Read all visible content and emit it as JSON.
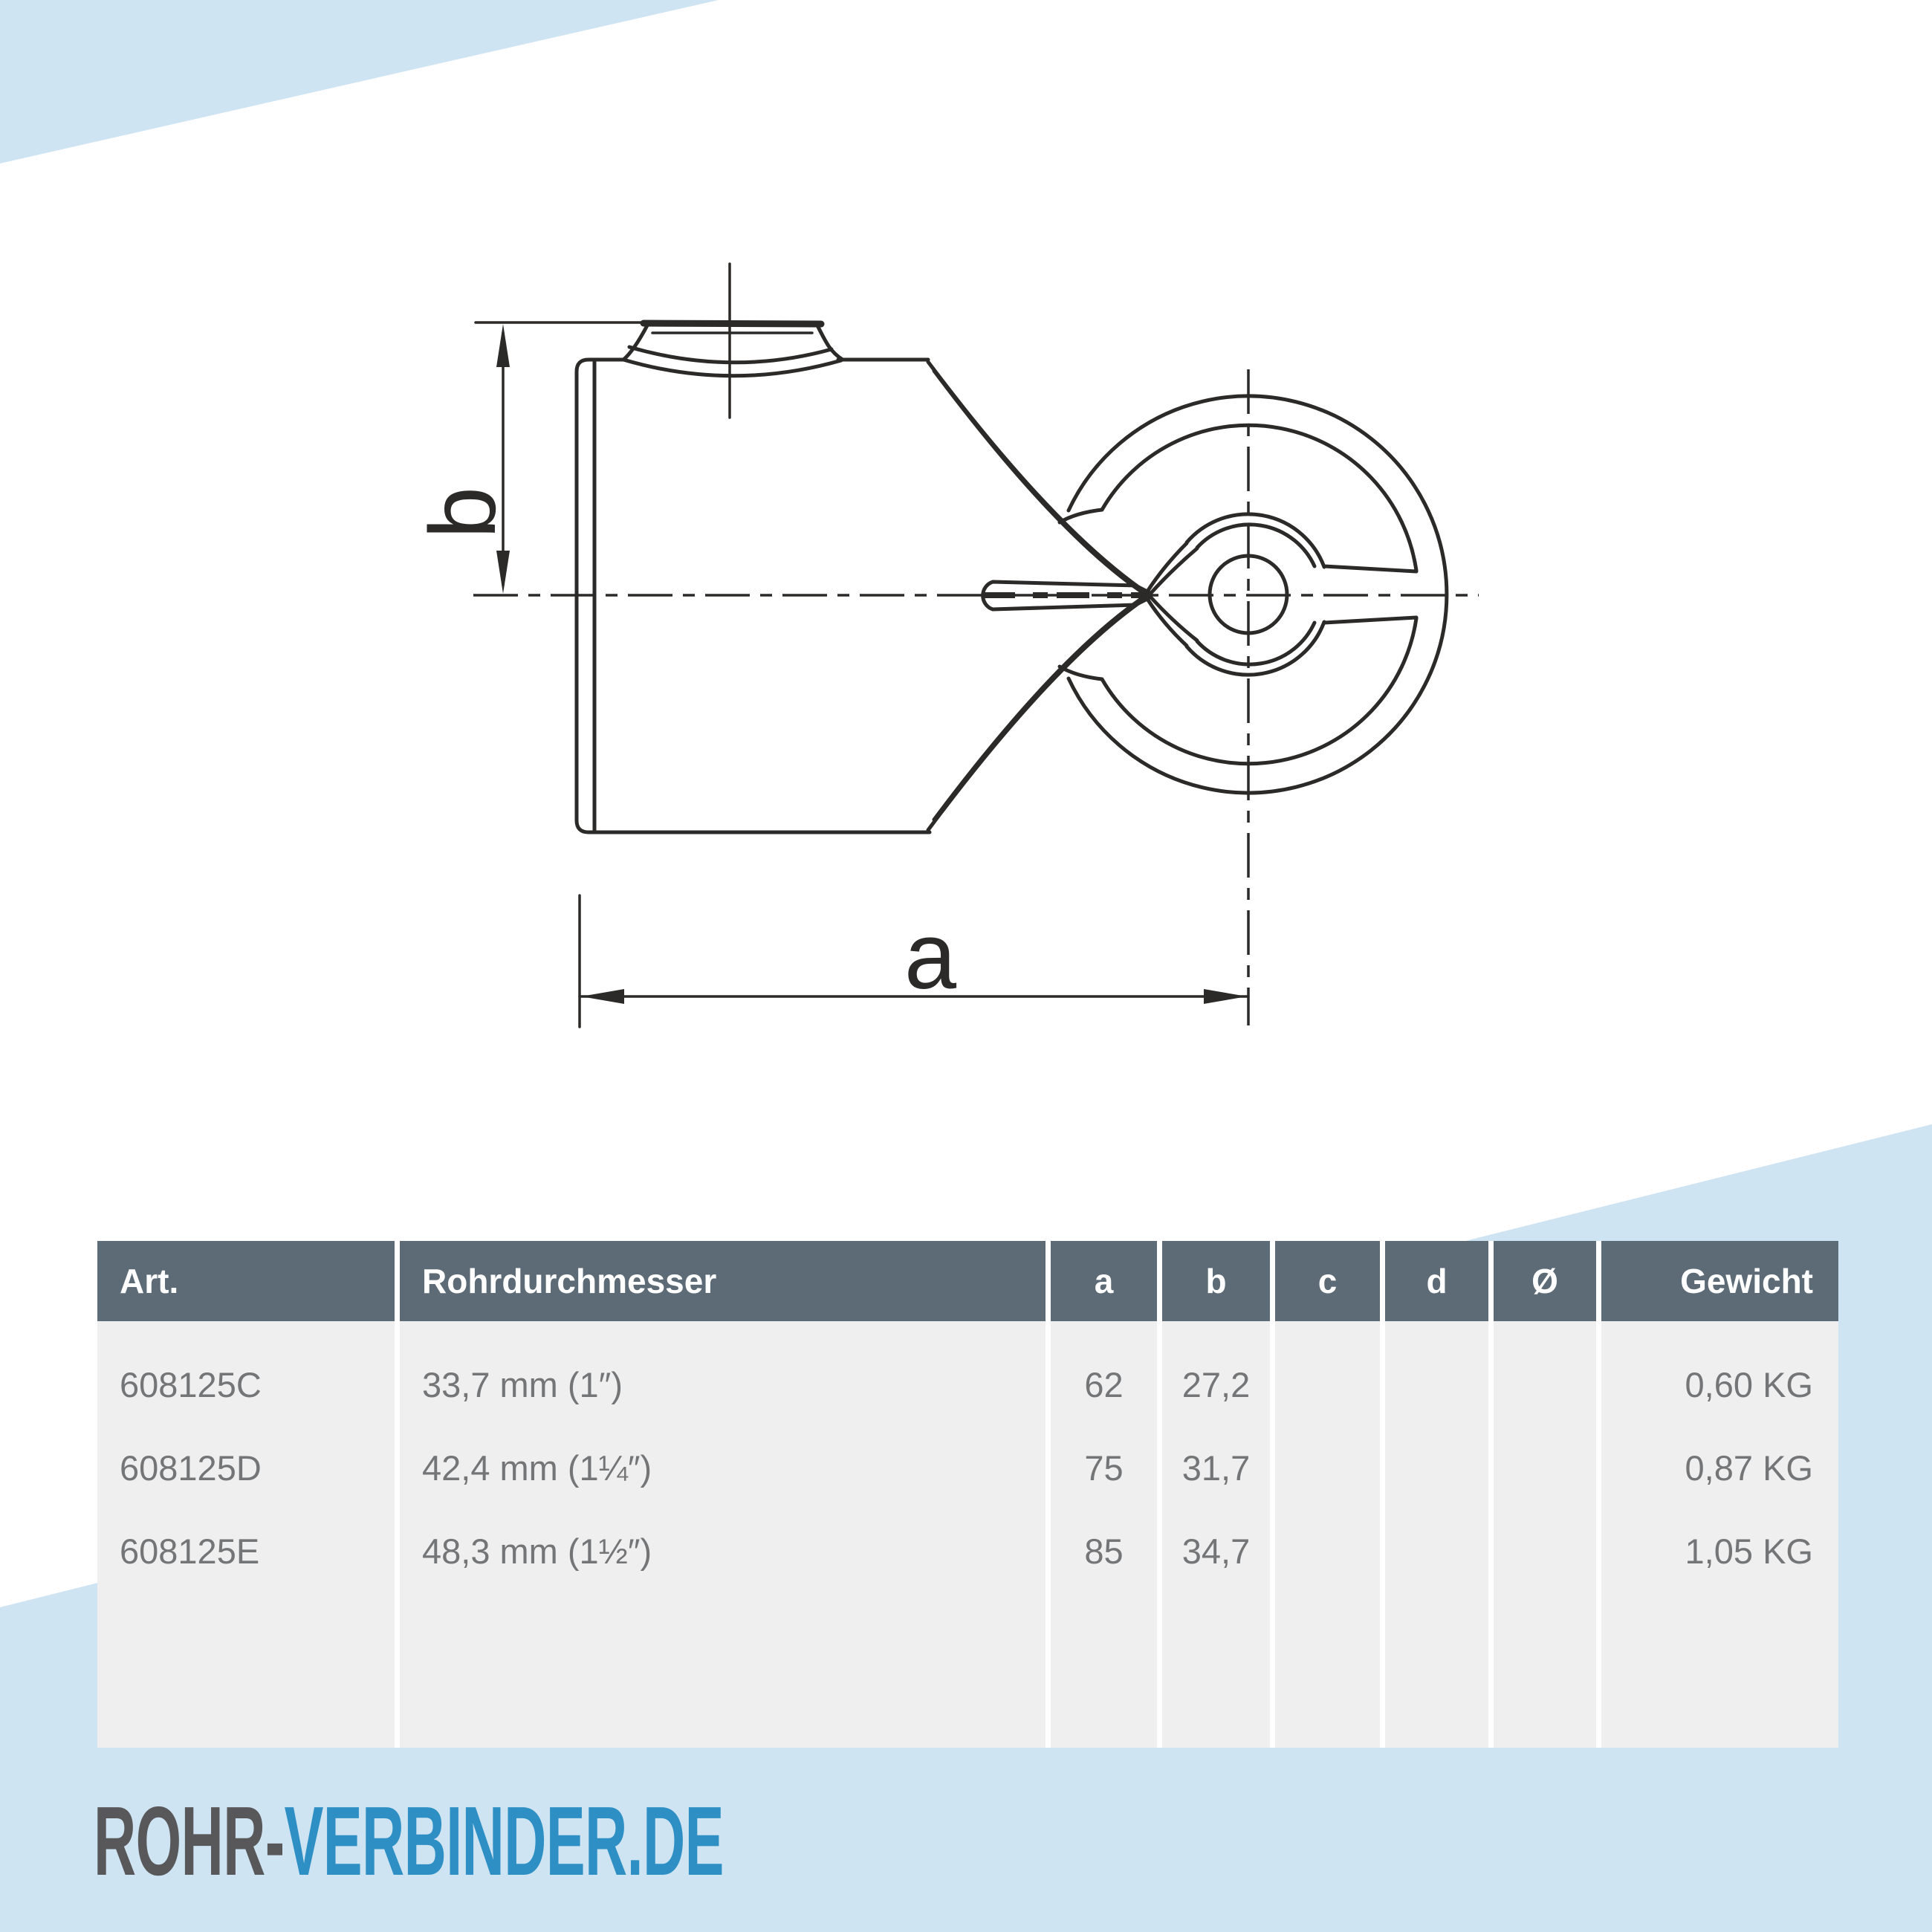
{
  "page": {
    "background_color": "#ffffff",
    "accent_light_blue": "#cfe4f2"
  },
  "drawing": {
    "dim_a_label": "a",
    "dim_b_label": "b",
    "line_color": "#2b2a28"
  },
  "table": {
    "header_bg": "#5d6b76",
    "header_text_color": "#ffffff",
    "body_bg": "#efefef",
    "body_text_color": "#747577",
    "columns": [
      {
        "key": "art",
        "label": "Art."
      },
      {
        "key": "rohrdurchmesser",
        "label": "Rohrdurchmesser"
      },
      {
        "key": "a",
        "label": "a"
      },
      {
        "key": "b",
        "label": "b"
      },
      {
        "key": "c",
        "label": "c"
      },
      {
        "key": "d",
        "label": "d"
      },
      {
        "key": "diameter",
        "label": "Ø"
      },
      {
        "key": "gewicht",
        "label": "Gewicht"
      }
    ],
    "rows": [
      {
        "art": "608125C",
        "rohrdurchmesser": "33,7 mm (1″)",
        "a": "62",
        "b": "27,2",
        "c": "",
        "d": "",
        "diameter": "",
        "gewicht": "0,60 KG"
      },
      {
        "art": "608125D",
        "rohrdurchmesser": "42,4 mm (1¼″)",
        "a": "75",
        "b": "31,7",
        "c": "",
        "d": "",
        "diameter": "",
        "gewicht": "0,87 KG"
      },
      {
        "art": "608125E",
        "rohrdurchmesser": "48,3 mm (1½″)",
        "a": "85",
        "b": "34,7",
        "c": "",
        "d": "",
        "diameter": "",
        "gewicht": "1,05 KG"
      }
    ]
  },
  "logo": {
    "prefix": "ROHR-",
    "suffix": "VERBINDER.DE",
    "prefix_color": "#58585a",
    "suffix_color": "#2e8fc4"
  }
}
